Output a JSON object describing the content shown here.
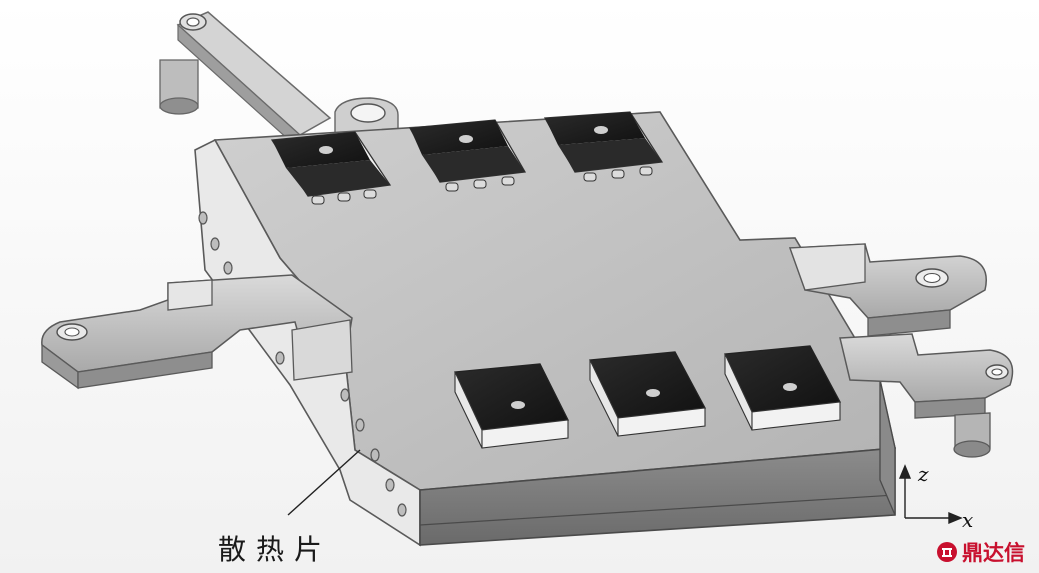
{
  "labels": {
    "heatsink": "散热片",
    "axis_z": "z",
    "axis_x": "x"
  },
  "watermark": {
    "text": "鼎达信",
    "color": "#c8102e"
  },
  "colors": {
    "plate_top": "#bdbdbd",
    "plate_front": "#7a7a7a",
    "plate_side": "#9a9a9a",
    "bracket": "#c4c4c4",
    "module_dark": "#1e1e1e",
    "module_base": "#e6e6e6"
  },
  "icons": [
    "logo-icon"
  ]
}
